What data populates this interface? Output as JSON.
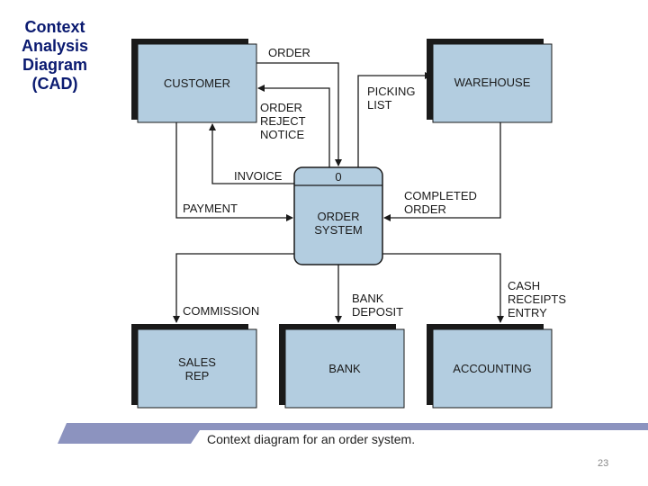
{
  "title": {
    "lines": [
      "Context",
      "Analysis",
      "Diagram",
      "(CAD)"
    ]
  },
  "diagram": {
    "process": {
      "number": "0",
      "lines": [
        "ORDER",
        "SYSTEM"
      ]
    },
    "entities": {
      "customer": [
        "CUSTOMER"
      ],
      "warehouse": [
        "WAREHOUSE"
      ],
      "sales_rep": [
        "SALES",
        "REP"
      ],
      "bank": [
        "BANK"
      ],
      "accounting": [
        "ACCOUNTING"
      ]
    },
    "flows": {
      "order": [
        "ORDER"
      ],
      "order_reject": [
        "ORDER",
        "REJECT",
        "NOTICE"
      ],
      "invoice": [
        "INVOICE"
      ],
      "payment": [
        "PAYMENT"
      ],
      "picking_list": [
        "PICKING",
        "LIST"
      ],
      "completed_order": [
        "COMPLETED",
        "ORDER"
      ],
      "commission": [
        "COMMISSION"
      ],
      "bank_deposit": [
        "BANK",
        "DEPOSIT"
      ],
      "cash_receipts": [
        "CASH",
        "RECEIPTS",
        "ENTRY"
      ]
    },
    "caption": "Context diagram for an order system."
  },
  "colors": {
    "box_fill": "#b3cde0",
    "shadow": "#1a1a1a",
    "banner": "#8c93bf",
    "title": "#0a1a70"
  },
  "page_number": "23"
}
